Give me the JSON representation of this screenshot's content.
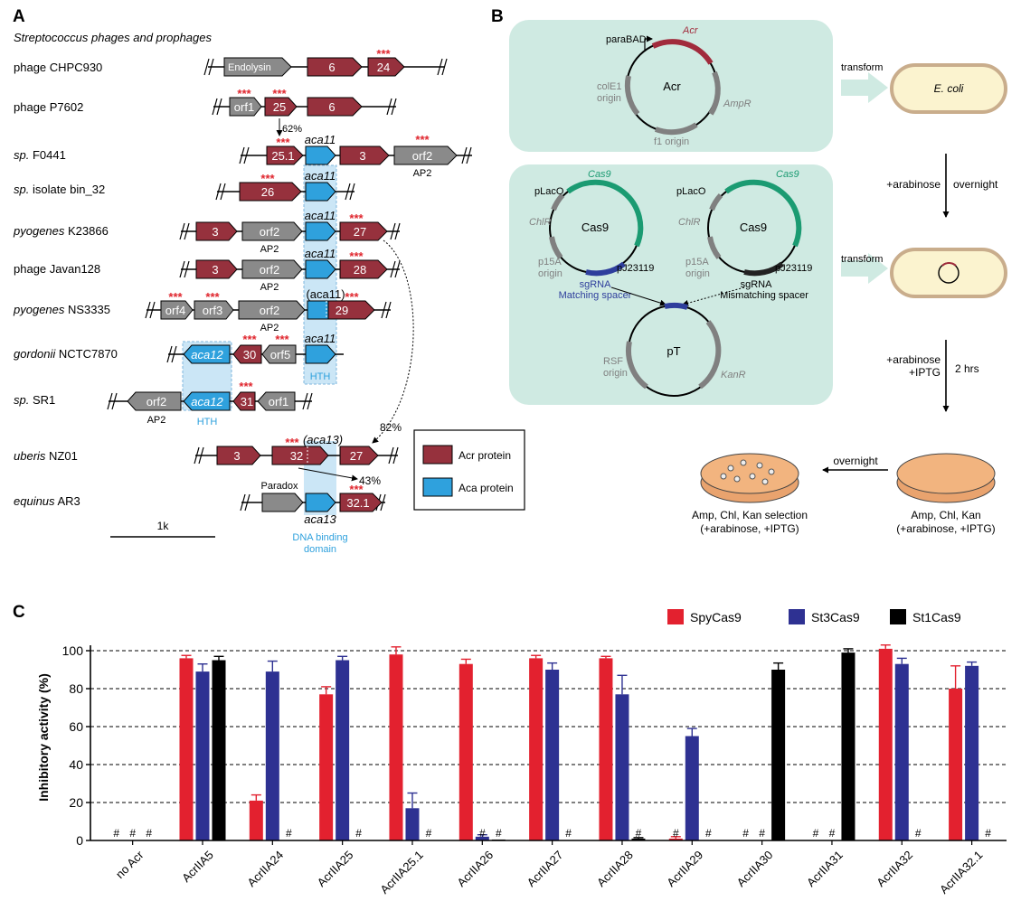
{
  "panel_labels": {
    "a": "A",
    "b": "B",
    "c": "C"
  },
  "panel_a": {
    "subtitle": "Streptococcus phages and prophages",
    "stars": "***",
    "scale_label": "1k",
    "legend": {
      "acr": "Acr protein",
      "aca": "Aca protein",
      "acr_color": "#96313d",
      "aca_color": "#2fa1dd"
    },
    "rows": [
      {
        "italic": "",
        "plain": "phage CHPC930"
      },
      {
        "italic": "",
        "plain": "phage P7602"
      },
      {
        "italic": "sp.",
        "plain": " F0441"
      },
      {
        "italic": "sp.",
        "plain": " isolate bin_32"
      },
      {
        "italic": "pyogenes",
        "plain": " K23866"
      },
      {
        "italic": "",
        "plain": "phage Javan128"
      },
      {
        "italic": "pyogenes",
        "plain": " NS3335"
      },
      {
        "italic": "gordonii",
        "plain": " NCTC7870"
      },
      {
        "italic": "sp.",
        "plain": " SR1"
      },
      {
        "italic": "uberis",
        "plain": " NZ01"
      },
      {
        "italic": "equinus",
        "plain": " AR3"
      }
    ],
    "genes": {
      "endolysin": "Endolysin",
      "g6": "6",
      "g24": "24",
      "orf1": "orf1",
      "g25": "25",
      "g25_1": "25.1",
      "aca11": "aca11",
      "g3": "3",
      "orf2": "orf2",
      "ap2": "AP2",
      "g26": "26",
      "g27": "27",
      "g28": "28",
      "orf4": "orf4",
      "orf3": "orf3",
      "aca11_paren": "(aca11)",
      "g29": "29",
      "aca12": "aca12",
      "g30": "30",
      "orf5": "orf5",
      "hth": "HTH",
      "g31": "31",
      "aca13_paren": "(aca13)",
      "g32": "32",
      "paradox": "Paradox",
      "aca13": "aca13",
      "g32_1": "32.1",
      "dna_binding_1": "DNA binding",
      "dna_binding_2": "domain"
    },
    "percents": {
      "p62": "62%",
      "p82": "82%",
      "p43": "43%"
    }
  },
  "panel_b": {
    "acr_plasmid": {
      "center": "Acr",
      "promoter": "paraBAD",
      "acr": "Acr",
      "ampr": "AmpR",
      "cole1_1": "colE1",
      "cole1_2": "origin",
      "f1": "f1 origin"
    },
    "cas9_plasmid": {
      "center": "Cas9",
      "cas9": "Cas9",
      "placo": "pLacO",
      "chlr": "ChlR",
      "p15a_1": "p15A",
      "p15a_2": "origin",
      "pj": "pJ23119"
    },
    "sgrna_match_1": "sgRNA",
    "sgrna_match_2": "Matching spacer",
    "sgrna_mismatch_1": "sgRNA",
    "sgrna_mismatch_2": "Mismatching spacer",
    "pt_plasmid": {
      "center": "pT",
      "rsf_1": "RSF",
      "rsf_2": "origin",
      "kanr": "KanR"
    },
    "transform_1": "transform",
    "transform_2": "transform",
    "ecoli": "E. coli",
    "arabinose": "+arabinose",
    "overnight_1": "overnight",
    "arabinose_2": "+arabinose",
    "iptg": "+IPTG",
    "two_hrs": "2 hrs",
    "overnight_2": "overnight",
    "selection_plate_1": "Amp, Chl, Kan selection",
    "selection_plate_2": "(+arabinose, +IPTG)",
    "plate_right_1": "Amp, Chl, Kan",
    "plate_right_2": "(+arabinose, +IPTG)",
    "colors": {
      "box": "#cfeae2",
      "cas9": "#1b9b72",
      "acr": "#a12b3c",
      "grey": "#808080",
      "blue": "#2e3e9c",
      "plate": "#f2b47f"
    }
  },
  "chart_data": {
    "type": "bar",
    "ylabel": "Inhibitory activity (%)",
    "ylim": [
      0,
      100
    ],
    "yticks": [
      "0",
      "20",
      "40",
      "60",
      "80",
      "100"
    ],
    "grid": "dashed horizontal",
    "legend_position": "top-right",
    "na_marker": "#",
    "categories": [
      "no Acr",
      "AcrIIA5",
      "AcrIIA24",
      "AcrIIA25",
      "AcrIIA25.1",
      "AcrIIA26",
      "AcrIIA27",
      "AcrIIA28",
      "AcrIIA29",
      "AcrIIA30",
      "AcrIIA31",
      "AcrIIA32",
      "AcrIIA32.1"
    ],
    "series": [
      {
        "name": "SpyCas9",
        "color": "#e3212f",
        "values": [
          null,
          96,
          21,
          77,
          98,
          93,
          96,
          96,
          1,
          null,
          null,
          101,
          80
        ],
        "errors": [
          0,
          1.5,
          3,
          4,
          4,
          2.5,
          1.5,
          1,
          1,
          0,
          0,
          2,
          12
        ]
      },
      {
        "name": "St3Cas9",
        "color": "#2e3192",
        "values": [
          null,
          89,
          89,
          95,
          17,
          2,
          90,
          77,
          55,
          null,
          null,
          93,
          92
        ],
        "errors": [
          0,
          4,
          5.5,
          2,
          8,
          1,
          3.5,
          10,
          4,
          0,
          0,
          3,
          2
        ]
      },
      {
        "name": "St1Cas9",
        "color": "#000000",
        "values": [
          null,
          95,
          null,
          null,
          null,
          0.5,
          null,
          1,
          null,
          90,
          99,
          null,
          null
        ],
        "errors": [
          0,
          2,
          0,
          0,
          0,
          0,
          0,
          0.5,
          0,
          3.5,
          2,
          0,
          0
        ]
      }
    ],
    "markers": [
      [
        true,
        false,
        false,
        false,
        false,
        false,
        false,
        false,
        true,
        true,
        true,
        false,
        false
      ],
      [
        true,
        false,
        false,
        false,
        false,
        true,
        false,
        false,
        false,
        true,
        true,
        false,
        false
      ],
      [
        true,
        false,
        true,
        true,
        true,
        true,
        true,
        true,
        true,
        false,
        false,
        true,
        true
      ]
    ]
  }
}
